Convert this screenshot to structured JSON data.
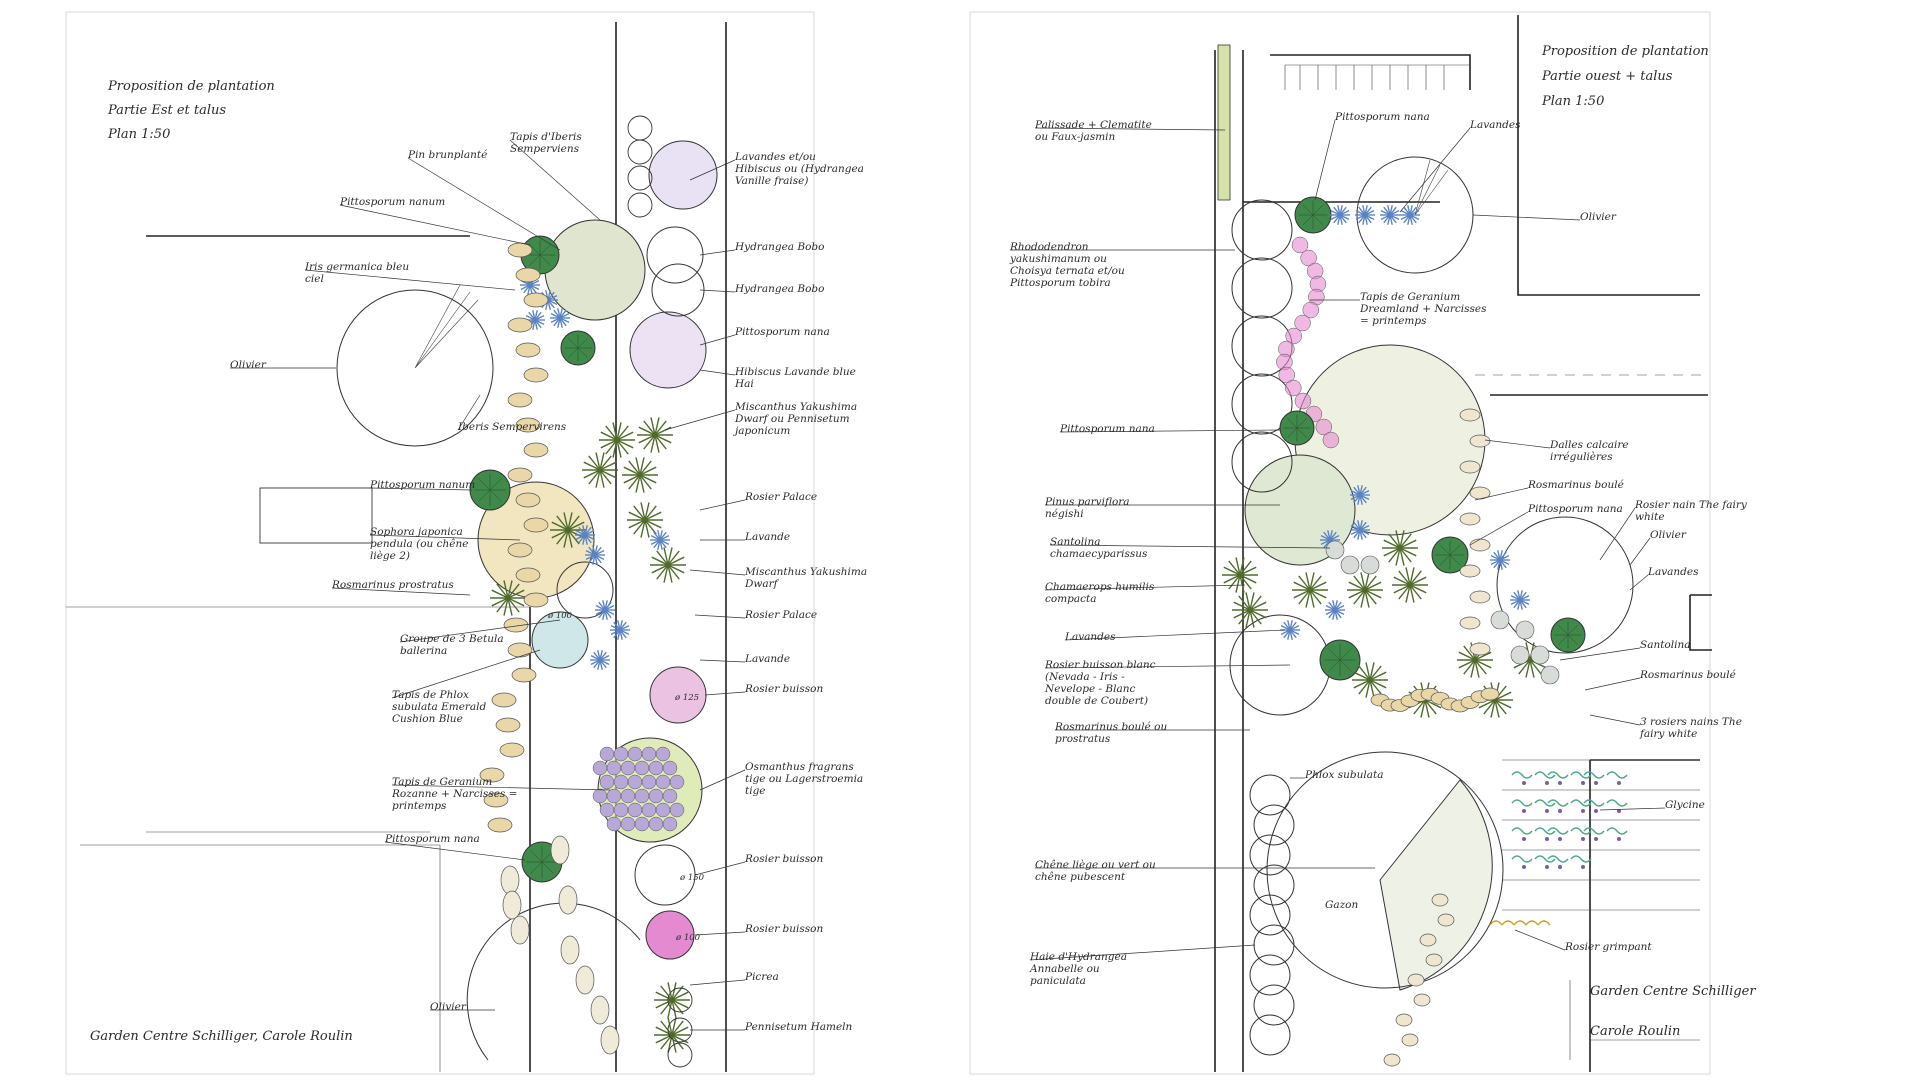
{
  "sheet_left": {
    "title": [
      "Proposition de plantation",
      "Partie Est et talus",
      "Plan 1:50"
    ],
    "signature": "Garden Centre Schilliger, Carole Roulin",
    "labels": {
      "pin_brunplanté": "Pin brunplanté",
      "tapis_iberis": "Tapis d'Iberis Semperviens",
      "lavandes_hibiscus": "Lavandes et/ou Hibiscus ou (Hydrangea Vanille fraise)",
      "pittosporum_nanum_1": "Pittosporum nanum",
      "iris_germanica": "Iris germanica bleu ciel",
      "hydrangea_1": "Hydrangea Bobo",
      "hydrangea_2": "Hydrangea Bobo",
      "olivier": "Olivier",
      "pittosporum_nana": "Pittosporum nana",
      "hibiscus_lavande": "Hibiscus Lavande blue Hai",
      "iberis_semp": "Iberis Sempervirens",
      "miscanthus_1": "Miscanthus Yakushima Dwarf ou Pennisetum japonicum",
      "pittosporum_nanum_2": "Pittosporum nanum",
      "rosier_palace_1": "Rosier Palace",
      "lavande_1": "Lavande",
      "sophora": "Sophora japonica pendula (ou chêne liège 2)",
      "miscanthus_2": "Miscanthus Yakushima Dwarf",
      "rosmarinus": "Rosmarinus prostratus",
      "rosier_palace_2": "Rosier Palace",
      "groupe_betula": "Groupe de 3 Betula ballerina",
      "lavande_2": "Lavande",
      "tapis_phlox": "Tapis de Phlox subulata Emerald Cushion Blue",
      "rosier_buisson_1": "Rosier buisson",
      "tapis_geranium": "Tapis de Geranium Rozanne + Narcisses = printemps",
      "osmanthus": "Osmanthus fragrans tige ou Lagerstroemia tige",
      "pittosporum_nana_2": "Pittosporum nana",
      "rosier_buisson_2": "Rosier buisson",
      "rosier_buisson_3": "Rosier buisson",
      "picrea": "Picrea",
      "olivier_2": "Olivier",
      "pennisetum": "Pennisetum Hameln",
      "diam_1": "ø 100",
      "diam_2": "ø 125",
      "diam_3": "ø 150",
      "diam_4": "ø 100"
    }
  },
  "sheet_right": {
    "title": [
      "Proposition de plantation",
      "Partie ouest + talus",
      "Plan 1:50"
    ],
    "signature": [
      "Garden Centre Schilliger",
      "Carole Roulin"
    ],
    "labels": {
      "palissade": "Palissade + Clematite ou Faux-jasmin",
      "pittosporum_nana_1": "Pittosporum nana",
      "lavandes": "Lavandes",
      "olivier": "Olivier",
      "rhododendron": "Rhododendron yakushimanum ou Choisya ternata et/ou Pittosporum tobira",
      "tapis_geranium": "Tapis de Geranium Dreamland + Narcisses = printemps",
      "dalles": "Dalles calcaire irrégulières",
      "pittosporum_nana_2": "Pittosporum nana",
      "rosmarinus_1": "Rosmarinus boulé",
      "pinus": "Pinus parviflora négishi",
      "pittosporum_nana_3": "Pittosporum nana",
      "rosier_nain": "Rosier nain The fairy white",
      "olivier_2": "Olivier",
      "santolina_1": "Santolina chamaecyparissus",
      "chamaerops": "Chamaerops humilis compacta",
      "lavandes_2": "Lavandes",
      "lavandes_3": "Lavandes",
      "santolina_2": "Santolina",
      "rosier_buisson": "Rosier buisson blanc (Nevada - Iris - Nevelope - Blanc double de Coubert)",
      "rosmarinus_2": "Rosmarinus boulé",
      "rosmarinus_3": "Rosmarinus boulé ou prostratus",
      "rosier_nain_2": "3 rosiers nains The fairy white",
      "phlox": "Phlox subulata",
      "glycine": "Glycine",
      "chene": "Chêne liège ou vert ou chêne pubescent",
      "gazon": "Gazon",
      "haie": "Haie d'Hydrangea Annabelle ou paniculata",
      "rosier_grimpant": "Rosier grimpant"
    }
  },
  "colors": {
    "green_dark": "#3f8a4a",
    "green_light": "#bcd98a",
    "olive": "#c9c98a",
    "lilac": "#b8a8d8",
    "pink": "#e48ad0",
    "blue": "#5b84c4",
    "sand": "#e9d7a8",
    "grey": "#9aa0a6"
  }
}
